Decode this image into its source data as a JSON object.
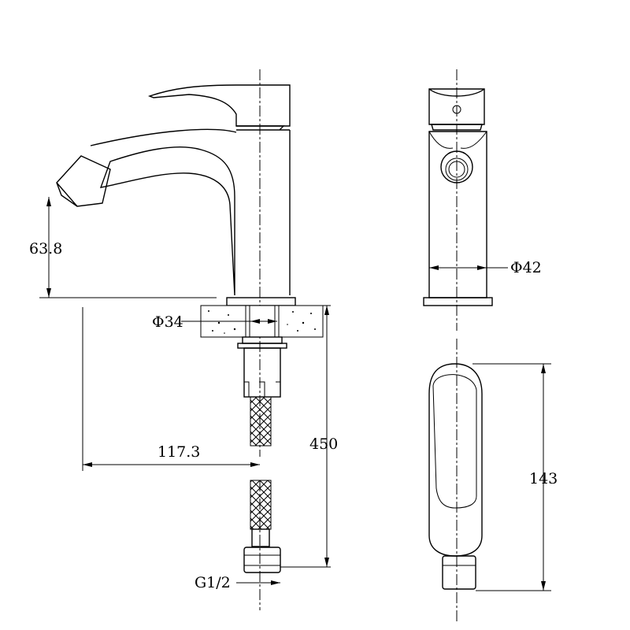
{
  "title": "Bidet faucet dimension drawing",
  "dimensions": {
    "nozzle_height": "63.8",
    "hole_diameter": "Φ34",
    "spout_reach": "117.3",
    "hose_length": "450",
    "connection": "G1/2",
    "body_diameter": "Φ42",
    "depth": "143"
  },
  "colors": {
    "line": "#000000",
    "background": "#ffffff"
  }
}
